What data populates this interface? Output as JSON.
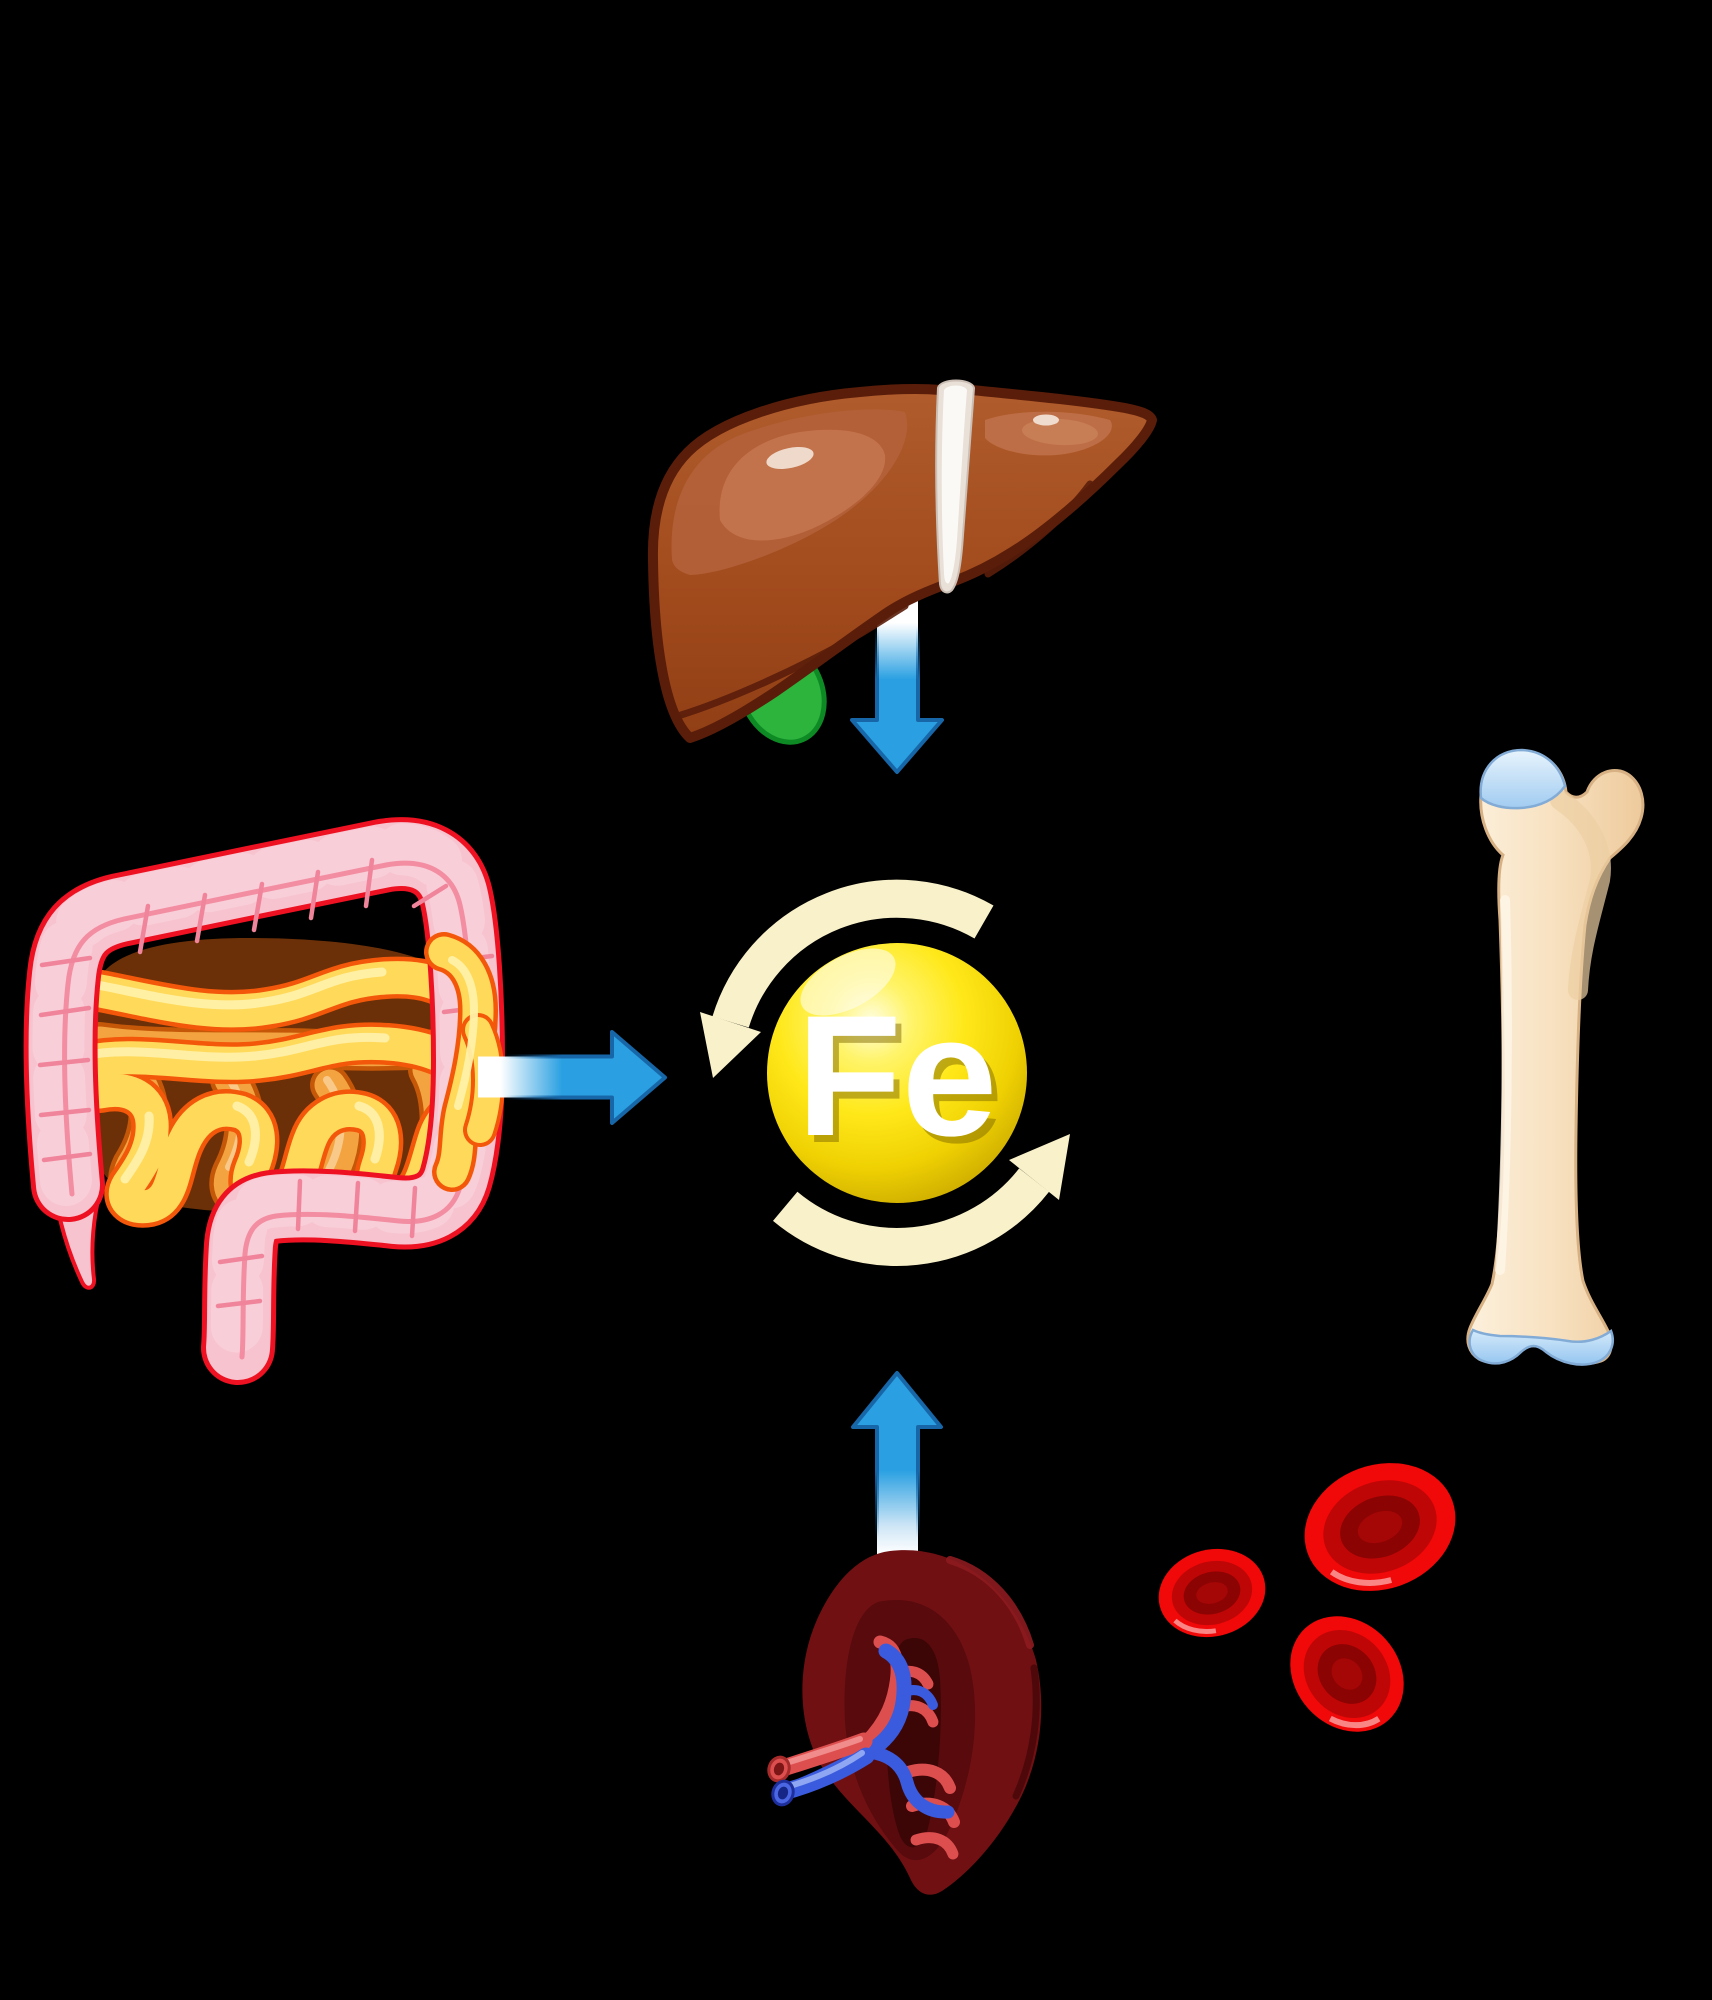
{
  "diagram": {
    "kind": "iron-cycle-anatomy-diagram",
    "background_color": "#000000",
    "center": {
      "element_symbol": "Fe",
      "ball_color": "#FFE81A",
      "ball_highlight": "#FFFDE0",
      "cycle_ring_color": "#F8F1C9",
      "symbol_text_color": "#FFFFFF"
    },
    "arrows": {
      "fill_color": "#2AA0E2",
      "border_color": "#1767A8",
      "fade_color": "#FFFFFF",
      "items": [
        {
          "name": "arrow-liver-to-iron",
          "direction": "down"
        },
        {
          "name": "arrow-intestine-to-iron",
          "direction": "right"
        },
        {
          "name": "arrow-spleen-to-iron",
          "direction": "up"
        }
      ]
    },
    "icons": [
      {
        "name": "liver-icon",
        "main_color": "#A8511F",
        "ligament_color": "#FBF9F6",
        "gallbladder_color": "#2CB43C"
      },
      {
        "name": "intestines-icon",
        "colon_color": "#F7C3CF",
        "colon_outline": "#EE1122",
        "small_intestine_yellow": "#FFD95A",
        "small_intestine_orange": "#F3A340"
      },
      {
        "name": "femur-bone-icon",
        "bone_color": "#F8E2C2",
        "cartilage_color": "#A6CFF2"
      },
      {
        "name": "spleen-icon",
        "body_color": "#701013",
        "artery_color": "#DD4F4F",
        "vein_color": "#3A5BDE"
      },
      {
        "name": "red-blood-cells-icon",
        "cell_color": "#F10808",
        "cell_count": 3
      }
    ]
  }
}
